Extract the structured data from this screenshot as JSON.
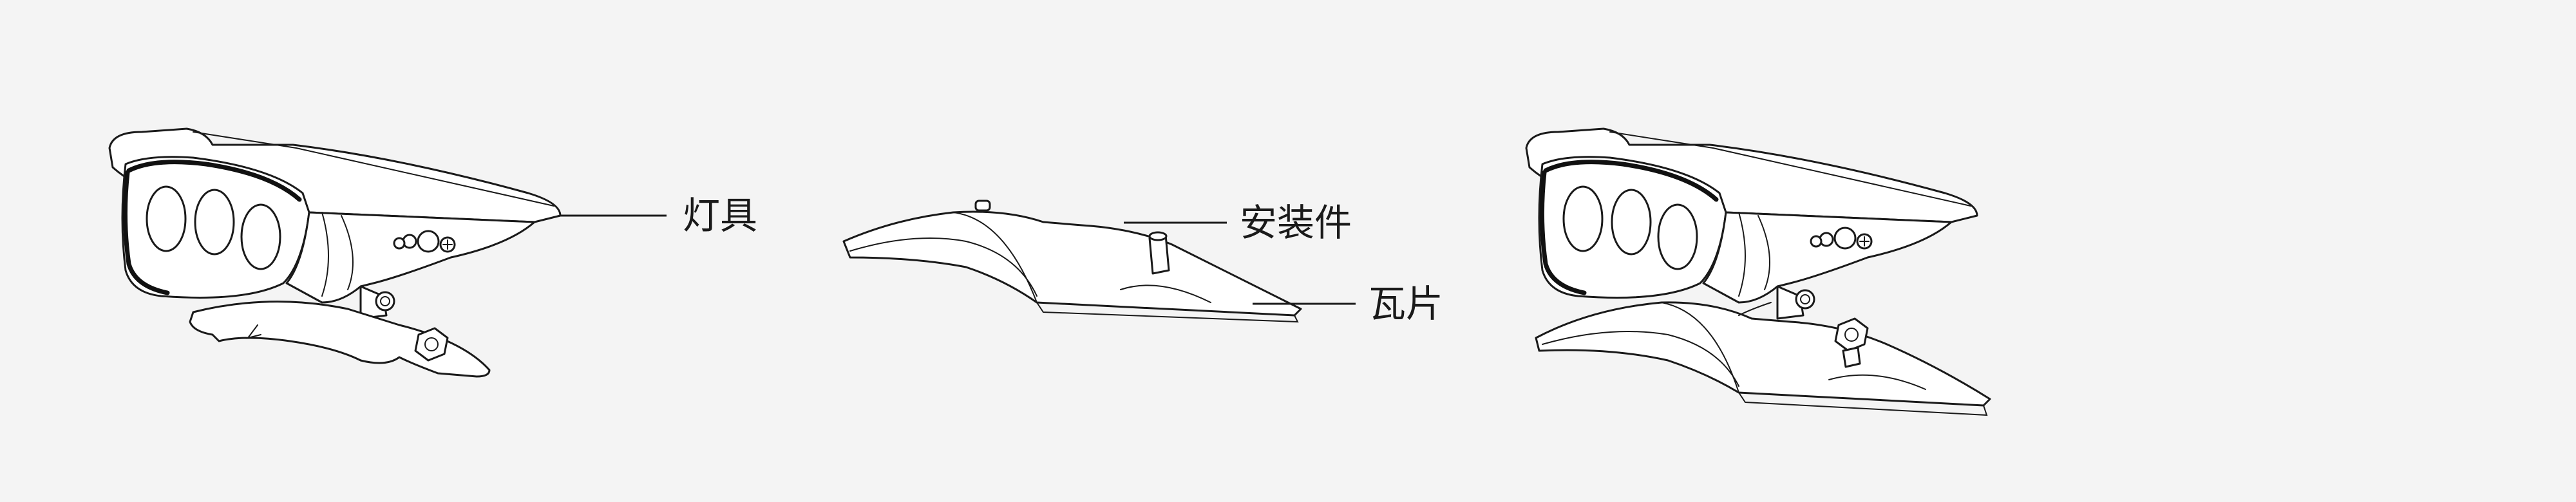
{
  "callouts": {
    "lamp_label": "灯具",
    "mount_label": "安装件",
    "tile_label": "瓦片"
  },
  "colors": {
    "background": "#f4f4f4",
    "line": "#1a1a1a",
    "fill": "#ffffff"
  }
}
